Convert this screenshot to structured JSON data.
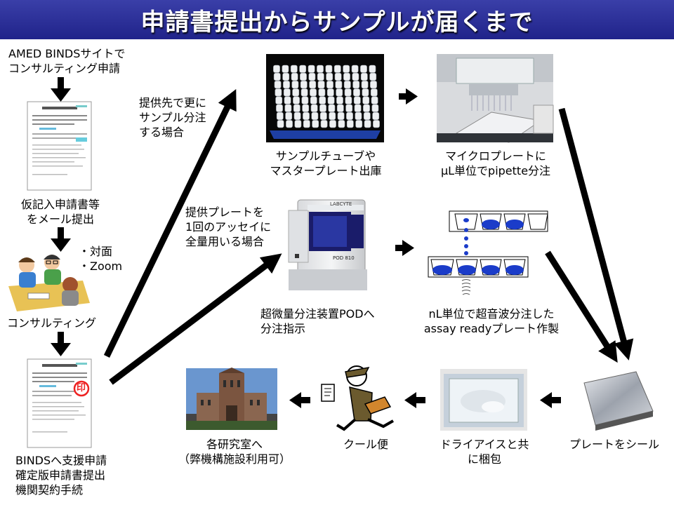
{
  "title": "申請書提出からサンプルが届くまで",
  "left_column": {
    "step1": [
      "AMED BINDSサイトで",
      "コンサルティング申請"
    ],
    "step2": [
      "仮記入申請書等",
      "をメール提出"
    ],
    "meeting_options": [
      "・対面",
      "・Zoom"
    ],
    "step3": [
      "コンサルティング"
    ],
    "step4": [
      "BINDSへ支援申請",
      "確定版申請書提出",
      "機関契約手続"
    ],
    "stamp": "印"
  },
  "branch_upper": [
    "提供先で更に",
    "サンプル分注",
    "する場合"
  ],
  "branch_lower": [
    "提供プレートを",
    "1回のアッセイに",
    "全量用いる場合"
  ],
  "steps": {
    "tubes": [
      "サンプルチューブや",
      "マスタープレート出庫"
    ],
    "microplate": [
      "マイクロプレートに",
      "μL単位でpipette分注"
    ],
    "pod": [
      "超微量分注装置PODへ",
      "分注指示"
    ],
    "sonic": [
      "nL単位で超音波分注した",
      "assay readyプレート作製"
    ],
    "seal": [
      "プレートをシール"
    ],
    "dry_ice": [
      "ドライアイスと共",
      "に梱包"
    ],
    "courier": [
      "クール便"
    ],
    "labs": [
      "各研究室へ",
      "（弊機構施設利用可）"
    ]
  },
  "device_label": "POD 810",
  "device_brand": "LABCYTE"
}
